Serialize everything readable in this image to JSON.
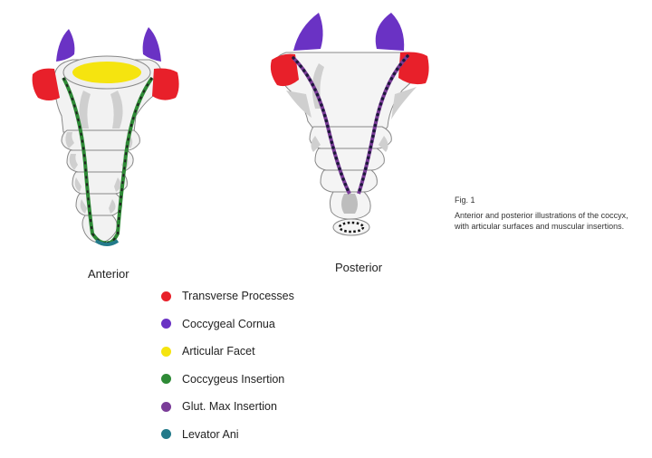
{
  "figure": {
    "anterior_label": "Anterior",
    "posterior_label": "Posterior",
    "fig_number": "Fig. 1",
    "caption": "Anterior and posterior illustrations of the coccyx, with articular surfaces and muscular insertions."
  },
  "legend": [
    {
      "label": "Transverse Processes",
      "color": "#e8202a",
      "icon": "red-dot-icon"
    },
    {
      "label": "Coccygeal Cornua",
      "color": "#6a32c4",
      "icon": "purple-dot-icon"
    },
    {
      "label": "Articular Facet",
      "color": "#f5e40f",
      "icon": "yellow-dot-icon"
    },
    {
      "label": "Coccygeus Insertion",
      "color": "#2e8a36",
      "icon": "green-dot-icon"
    },
    {
      "label": "Glut. Max Insertion",
      "color": "#7a3c98",
      "icon": "violet-dot-icon"
    },
    {
      "label": "Levator Ani",
      "color": "#237a8a",
      "icon": "teal-dot-icon"
    }
  ]
}
